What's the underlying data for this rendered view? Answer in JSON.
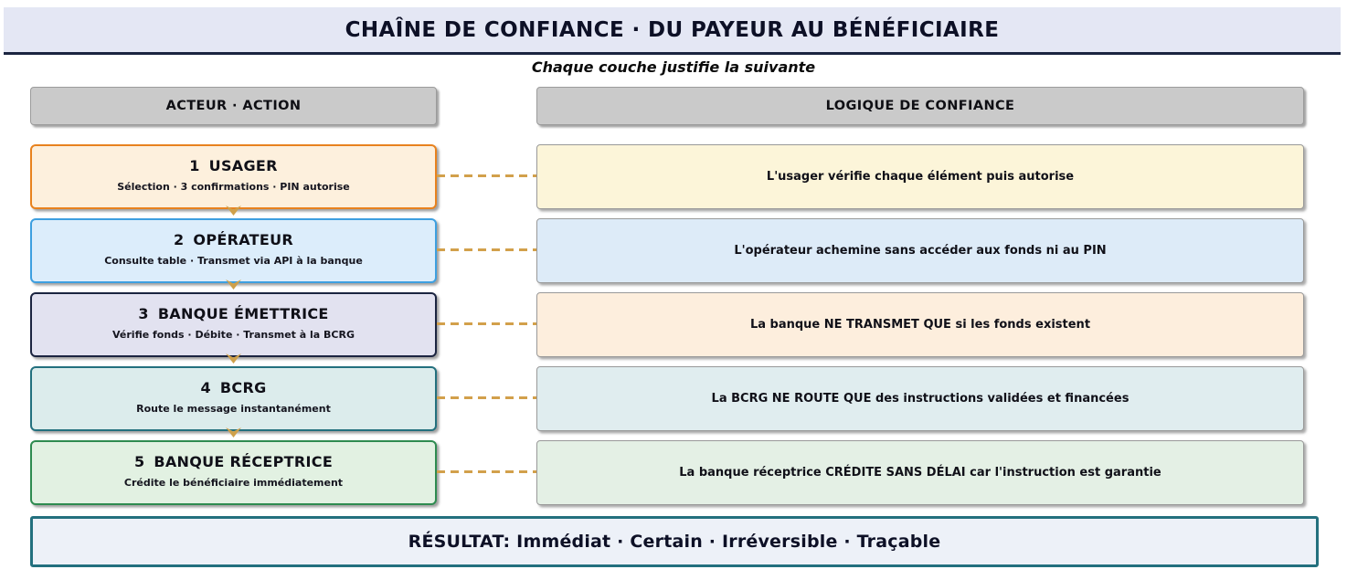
{
  "title": "CHAÎNE DE CONFIANCE · DU PAYEUR AU BÉNÉFICIAIRE",
  "subtitle": "Chaque couche justifie la suivante",
  "headers": {
    "actors": "ACTEUR · ACTION",
    "logic": "LOGIQUE DE CONFIANCE"
  },
  "rows": [
    {
      "num": "1",
      "actor": "USAGER",
      "action": "Sélection · 3 confirmations · PIN autorise",
      "logic": "L'usager vérifie chaque élément puis autorise",
      "actor_bg": "#fdf0dd",
      "actor_border": "#e8821e",
      "logic_bg": "#fcf5d9"
    },
    {
      "num": "2",
      "actor": "OPÉRATEUR",
      "action": "Consulte table · Transmet via API à la banque",
      "logic": "L'opérateur achemine sans accéder aux fonds ni au PIN",
      "actor_bg": "#dcedfb",
      "actor_border": "#3d9fe0",
      "logic_bg": "#ddebf8"
    },
    {
      "num": "3",
      "actor": "BANQUE ÉMETTRICE",
      "action": "Vérifie fonds · Débite · Transmet à la BCRG",
      "logic": "La banque NE TRANSMET QUE si les fonds existent",
      "actor_bg": "#e2e2f0",
      "actor_border": "#1b2440",
      "logic_bg": "#fdeedd"
    },
    {
      "num": "4",
      "actor": "BCRG",
      "action": "Route le message instantanément",
      "logic": "La BCRG NE ROUTE QUE des instructions validées et financées",
      "actor_bg": "#dcecec",
      "actor_border": "#23707e",
      "logic_bg": "#e0edef"
    },
    {
      "num": "5",
      "actor": "BANQUE RÉCEPTRICE",
      "action": "Crédite le bénéficiaire immédiatement",
      "logic": "La banque réceptrice CRÉDITE SANS DÉLAI car l'instruction est garantie",
      "actor_bg": "#e2f1e2",
      "actor_border": "#2e8b50",
      "logic_bg": "#e4f0e5"
    }
  ],
  "result": "RÉSULTAT: Immédiat · Certain · Irréversible · Traçable",
  "colors": {
    "title_bg": "#e4e7f4",
    "title_border": "#1b2440",
    "header_bg": "#cacaca",
    "header_border": "#9b9b9b",
    "connector": "#d2a04b",
    "arrow": "#cfa04a",
    "logic_border": "#999999",
    "result_bg": "#edf1f8",
    "result_border": "#23707e"
  }
}
